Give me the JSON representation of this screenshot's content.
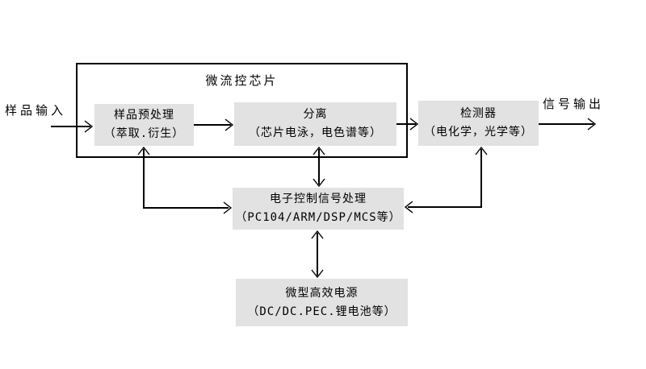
{
  "diagram": {
    "container_label": "微流控芯片",
    "input_label": "样品输入",
    "output_label": "信号输出",
    "nodes": {
      "pretreatment": {
        "line1": "样品预处理",
        "line2": "（萃取.衍生）"
      },
      "separation": {
        "line1": "分离",
        "line2": "（芯片电泳，电色谱等）"
      },
      "detector": {
        "line1": "检测器",
        "line2": "（电化学，光学等）"
      },
      "controller": {
        "line1": "电子控制信号处理",
        "line2": "（PC104/ARM/DSP/MCS等）"
      },
      "power": {
        "line1": "微型高效电源",
        "line2": "（DC/DC.PEC.锂电池等）"
      }
    },
    "connectors": [
      "sample-input -> pretreatment",
      "pretreatment -> separation",
      "separation -> detector",
      "detector -> signal-output",
      "separation <-> controller",
      "controller <-> power",
      "pretreatment <-> controller",
      "detector <-> controller"
    ],
    "colors": {
      "node_fill": "#e2e2e2",
      "line": "#000000",
      "background": "#ffffff"
    }
  }
}
